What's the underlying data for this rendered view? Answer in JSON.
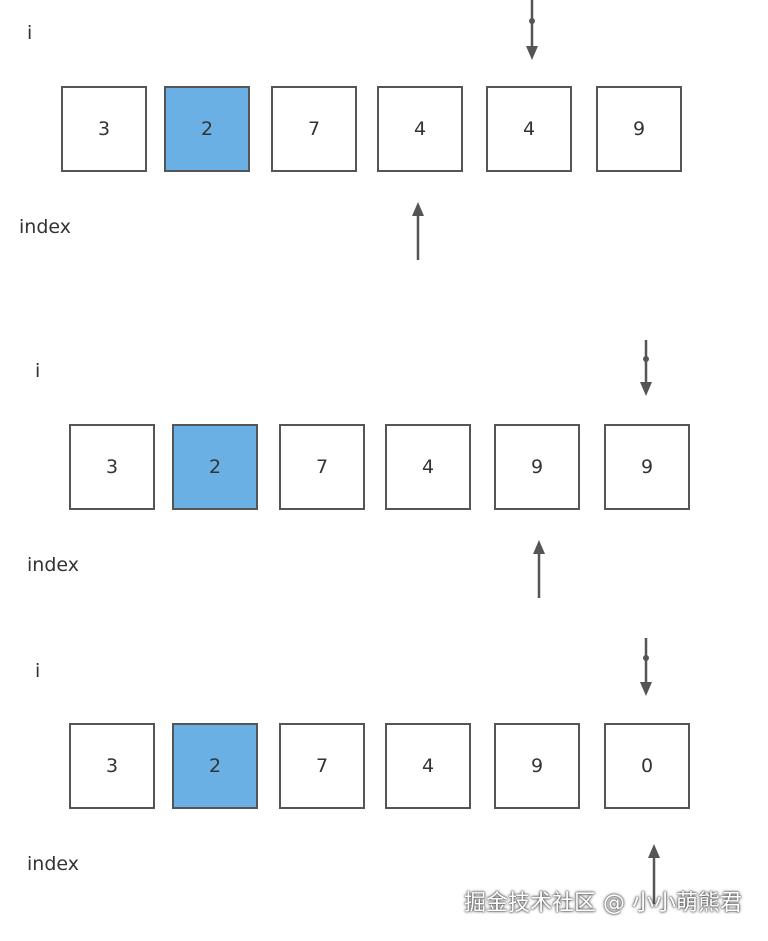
{
  "rows": [
    {
      "i_label": "i",
      "index_label": "index",
      "values": [
        "3",
        "2",
        "7",
        "4",
        "4",
        "9"
      ],
      "highlight": 1
    },
    {
      "i_label": "i",
      "index_label": "index",
      "values": [
        "3",
        "2",
        "7",
        "4",
        "9",
        "9"
      ],
      "highlight": 1
    },
    {
      "i_label": "i",
      "index_label": "index",
      "values": [
        "3",
        "2",
        "7",
        "4",
        "9",
        "0"
      ],
      "highlight": 1
    }
  ],
  "colors": {
    "highlight": "#6ab0e4",
    "border": "#555555"
  },
  "watermark": "掘金技术社区 @ 小小萌熊君"
}
